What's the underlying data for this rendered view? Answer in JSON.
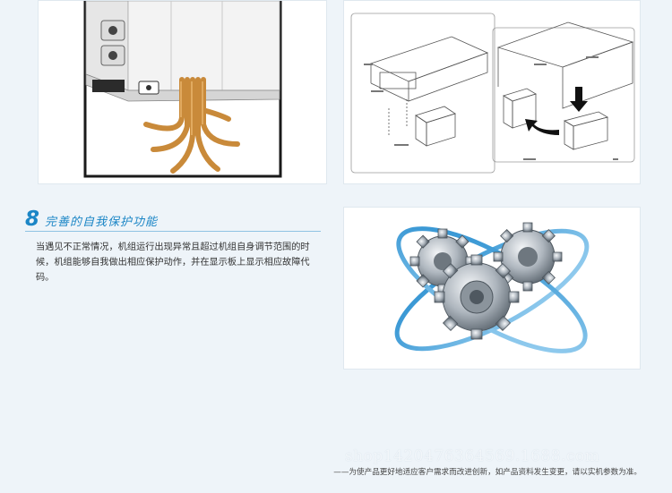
{
  "feature": {
    "number": "8",
    "title": "完善的自我保护功能",
    "description": "当遇见不正常情况，机组运行出现异常且超过机组自身调节范围的时候，机组能够自我做出相应保护动作，并在显示板上显示相应故障代码。"
  },
  "watermark": "shop1420476364569.1688.com",
  "footnote": "——为使产品更好地适应客户需求而改进创新，如产品资料发生变更，请以实机参数为准。",
  "colors": {
    "accent": "#1c86c6",
    "page_background": "#eef4f9",
    "copper": "#c98a3a"
  },
  "icons": [
    "gear-icon",
    "orbit-ring-icon",
    "arrow-icon"
  ]
}
